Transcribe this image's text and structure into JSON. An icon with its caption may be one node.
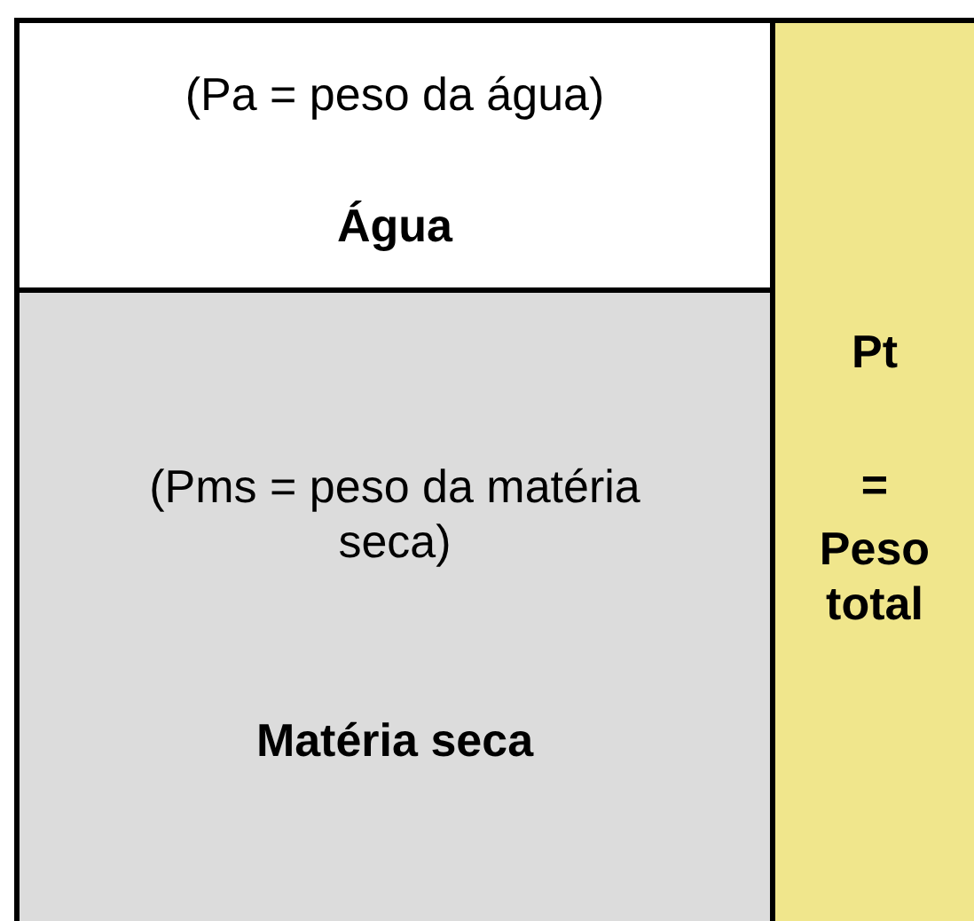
{
  "diagram": {
    "nodes": [
      {
        "text": [
          "(Pa = peso da água)",
          "Água"
        ]
      },
      {
        "text": [
          "(Pms = peso da matéria seca)",
          "Matéria seca"
        ]
      },
      {
        "text": [
          "Pt",
          "=",
          "Peso total"
        ]
      }
    ]
  }
}
